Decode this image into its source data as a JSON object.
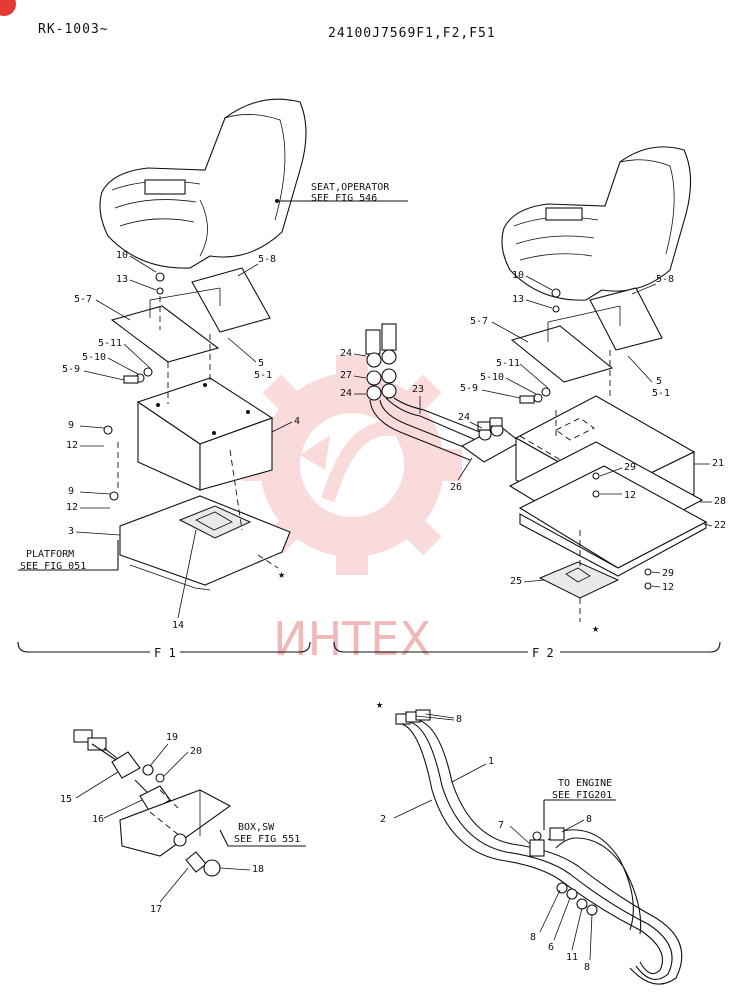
{
  "corner_badge": "",
  "header": {
    "left": "RK-1003~",
    "right": "24100J7569F1,F2,F51"
  },
  "watermark": {
    "text": "ИНТЕХ",
    "color": "#f08080"
  },
  "callouts": {
    "seat_operator": "SEAT,OPERATOR",
    "see_fig_546": "SEE FIG 546",
    "platform": "PLATFORM",
    "see_fig_051": "SEE FIG 051",
    "box_sw": "BOX,SW",
    "see_fig_551": "SEE FIG 551",
    "to_engine": "TO ENGINE",
    "see_fig201": "SEE FIG201"
  },
  "sections": {
    "f1": "F 1",
    "f2": "F 2"
  },
  "star": "★",
  "parts_f1": [
    "10",
    "13",
    "5-8",
    "5-7",
    "5-11",
    "5-10",
    "5-9",
    "5",
    "5-1",
    "4",
    "9",
    "12",
    "9",
    "12",
    "3",
    "14"
  ],
  "parts_f2": [
    "10",
    "13",
    "5-8",
    "5-7",
    "5-11",
    "5-10",
    "5-9",
    "5",
    "5-1",
    "24",
    "27",
    "24",
    "23",
    "24",
    "26",
    "21",
    "29",
    "12",
    "28",
    "22",
    "29",
    "12",
    "25"
  ],
  "parts_switch": [
    "19",
    "20",
    "15",
    "16",
    "18",
    "17"
  ],
  "parts_harness": [
    "8",
    "1",
    "2",
    "7",
    "8",
    "8",
    "6",
    "11",
    "8"
  ]
}
